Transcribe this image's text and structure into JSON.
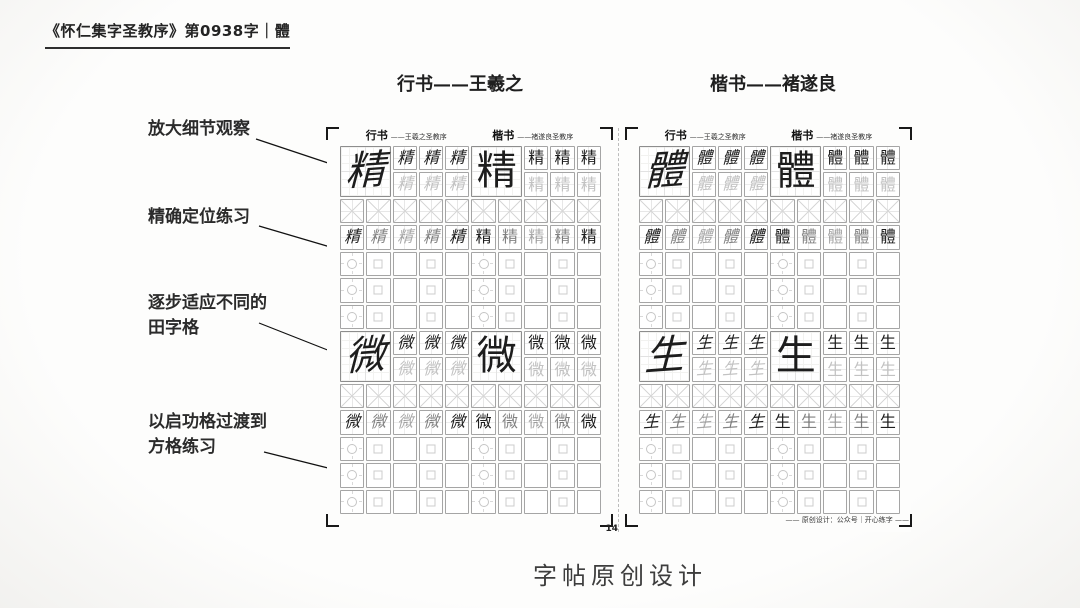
{
  "slide": {
    "title": "《怀仁集字圣教序》第0938字｜體",
    "caption": "字帖原创设计",
    "column_headers": [
      {
        "label": "行书——王羲之"
      },
      {
        "label": "楷书——褚遂良"
      }
    ],
    "annotations": [
      {
        "line1": "放大细节观察"
      },
      {
        "line1": "精确定位练习"
      },
      {
        "line1": "逐步适应不同的",
        "line2": "田字格"
      },
      {
        "line1": "以启功格过渡到",
        "line2": "方格练习"
      }
    ]
  },
  "page_header": {
    "xing_label": "行书",
    "xing_sub": "——王羲之圣教序",
    "kai_label": "楷书",
    "kai_sub": "——褚遂良圣教序"
  },
  "pages": [
    {
      "characters": [
        {
          "char": "精"
        },
        {
          "char": "微"
        }
      ],
      "page_number": "14"
    },
    {
      "characters": [
        {
          "char": "體"
        },
        {
          "char": "生"
        }
      ],
      "footer_note": "—— 原创设计：公众号｜开心练字 ——"
    }
  ],
  "grid_spec": {
    "columns": 10,
    "rows_per_section": 7,
    "fade_opacities": [
      1,
      0.55,
      0.38,
      0.55,
      1
    ],
    "empty_row_pattern": [
      "huigong",
      "qigong",
      "blank",
      "qigong",
      "blank"
    ],
    "colors": {
      "ink": "#1d1d1d",
      "traced": "#c2c2c2",
      "cell_border": "#a5a5a5",
      "guide": "#dcdcdc"
    }
  }
}
